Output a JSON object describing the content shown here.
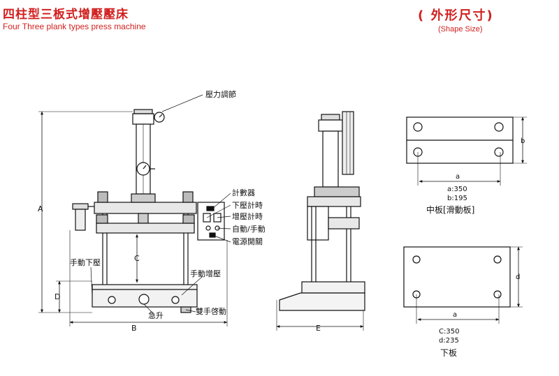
{
  "header": {
    "title_cn": "四柱型三板式增壓壓床",
    "title_en": "Four Three plank types press machine",
    "shape_cn": "(  外形尺寸)",
    "shape_en": "(Shape Size)"
  },
  "front_view": {
    "gauge_label": "壓力調節",
    "counter_label": "計數器",
    "down_timer_label": "下壓計時",
    "boost_timer_label": "增壓計時",
    "auto_manual_label": "自動/手動",
    "power_switch_label": "電源開關",
    "manual_down_label": "手動下壓",
    "manual_boost_label": "手動增壓",
    "emergency_up_label": "急升",
    "dual_start_label": "雙手啓動",
    "dim_a": "A",
    "dim_b": "B",
    "dim_c": "C",
    "dim_d": "D"
  },
  "side_view": {
    "dim_e": "E"
  },
  "middle_plate": {
    "dim_a": "a",
    "dim_b": "b",
    "value_a": "a:350",
    "value_b": "b:195",
    "caption": "中板[滑動板]"
  },
  "lower_plate": {
    "dim_a": "a",
    "dim_d": "d",
    "value_c": "C:350",
    "value_d": "d:235",
    "caption": "下板"
  }
}
